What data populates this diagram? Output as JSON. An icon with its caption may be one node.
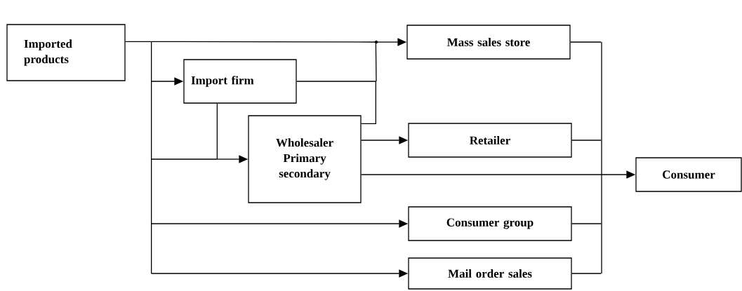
{
  "diagram": {
    "nodes": [
      {
        "text": [
          "Imported products"
        ]
      },
      {
        "text": [
          "Import firm"
        ]
      },
      {
        "text": [
          "Wholesaler Primary secondary"
        ]
      },
      {
        "text": [
          "Mass sales store"
        ]
      },
      {
        "text": [
          "Retailer"
        ]
      },
      {
        "text": [
          "Consumer"
        ]
      },
      {
        "text": [
          "Consumer group"
        ]
      },
      {
        "text": [
          "Mail order sales"
        ]
      }
    ],
    "edges": [
      {
        "from": 0,
        "to": 3,
        "arrow": "to"
      },
      {
        "from": 0,
        "to": 1,
        "arrow": "to"
      },
      {
        "from": 0,
        "to": 2,
        "arrow": "to"
      },
      {
        "from": 0,
        "to": 6,
        "arrow": "to"
      },
      {
        "from": 0,
        "to": 7,
        "arrow": "to"
      },
      {
        "from": 1,
        "to": 2,
        "arrow": "to"
      },
      {
        "from": 1,
        "to": 3,
        "arrow": "to"
      },
      {
        "from": 2,
        "to": 3,
        "arrow": "to"
      },
      {
        "from": 2,
        "to": 4,
        "arrow": "to"
      },
      {
        "from": 2,
        "to": 5,
        "arrow": "to"
      },
      {
        "from": 3,
        "to": 5,
        "arrow": "to"
      },
      {
        "from": 4,
        "to": 5,
        "arrow": "to"
      },
      {
        "from": 6,
        "to": 5,
        "arrow": "to"
      },
      {
        "from": 7,
        "to": 5,
        "arrow": "to"
      }
    ]
  }
}
